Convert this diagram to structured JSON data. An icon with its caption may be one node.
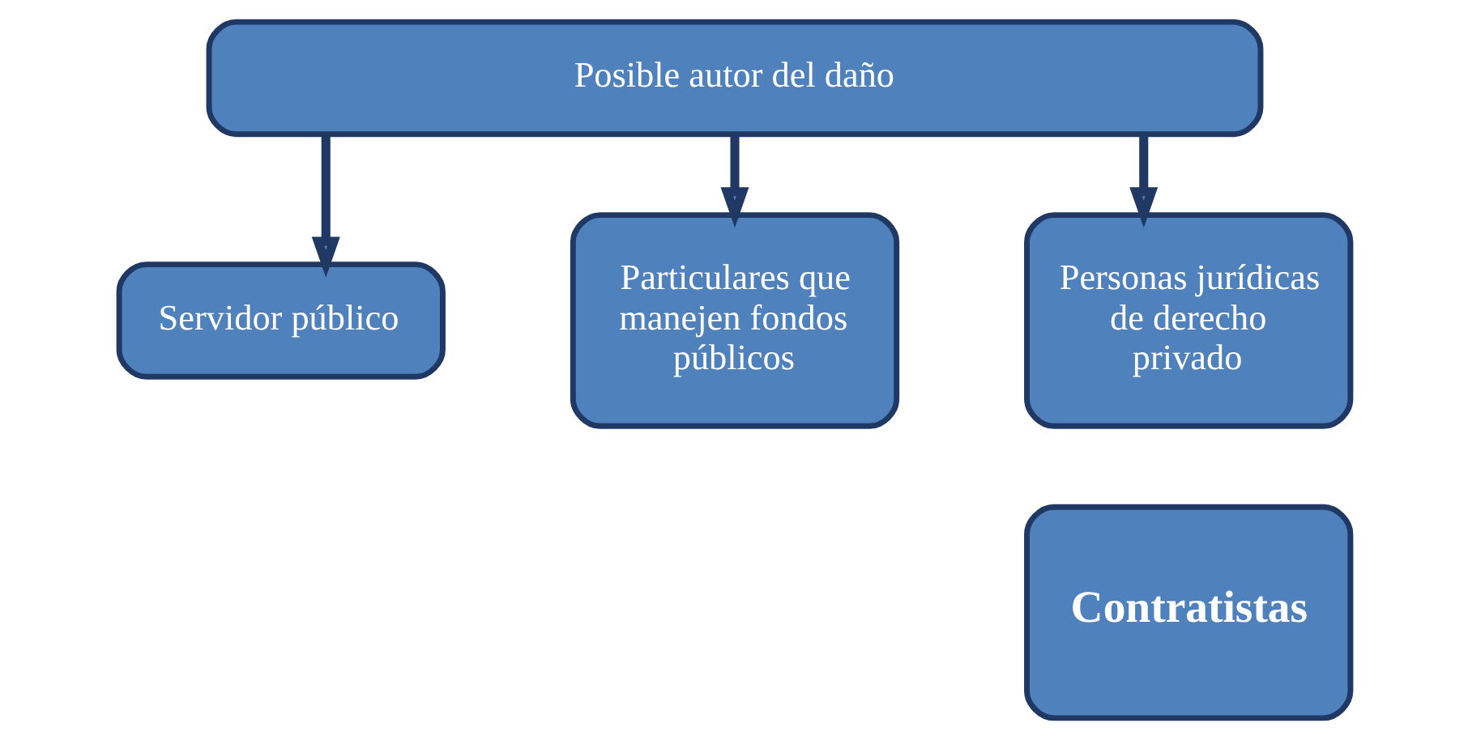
{
  "diagram": {
    "nodes": [
      {
        "text": [
          "Posible autor del daño"
        ]
      },
      {
        "text": [
          "Servidor público"
        ]
      },
      {
        "text": [
          "Particulares que manejen fondos públicos"
        ]
      },
      {
        "text": [
          "Personas jurídicas de derecho privado"
        ]
      },
      {
        "text": [
          "Contratistas"
        ]
      }
    ],
    "edges": [
      {
        "from": 0,
        "to": 1,
        "arrow": "to"
      },
      {
        "from": 0,
        "to": 2,
        "arrow": "to"
      },
      {
        "from": 0,
        "to": 3,
        "arrow": "to"
      }
    ]
  }
}
